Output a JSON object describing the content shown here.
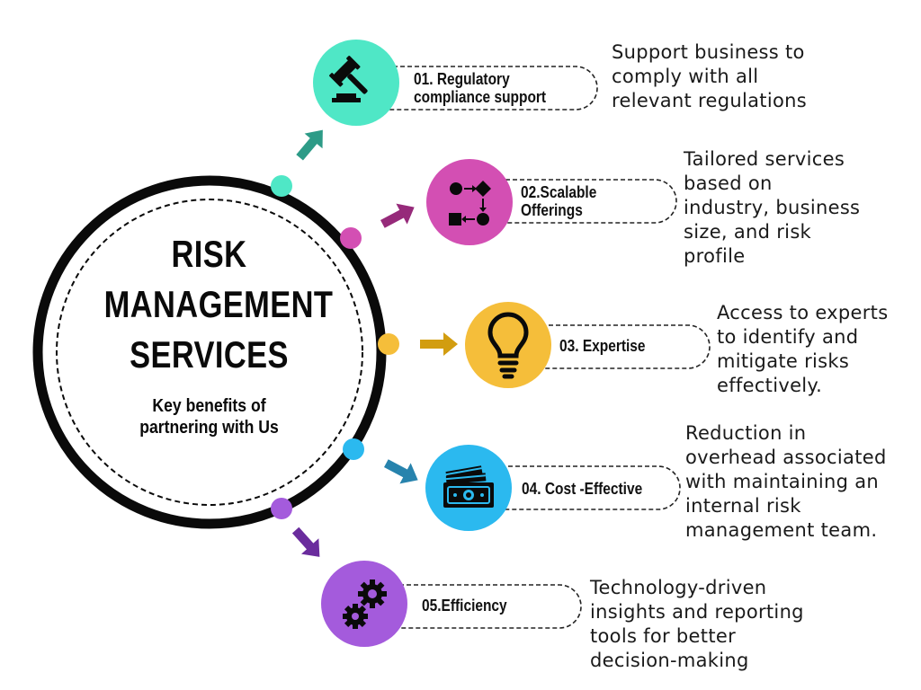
{
  "title_lines": [
    "RISK",
    "MANAGEMENT",
    "SERVICES"
  ],
  "subtitle_lines": [
    "Key benefits of",
    "partnering with Us"
  ],
  "colors": {
    "ring": "#0a0a0a",
    "item1": "#4fe7c6",
    "item2": "#d34fb3",
    "item3": "#f5be3a",
    "item4": "#2bb9ef",
    "item5": "#a45bdc",
    "arrow1": "#2d9b87",
    "arrow2": "#962a7a",
    "arrow3": "#d29d10",
    "arrow4": "#2783ad",
    "arrow5": "#6a2c9d"
  },
  "items": [
    {
      "label_lines": [
        "01. Regulatory",
        "compliance support"
      ],
      "desc_lines": [
        "Support business to",
        "comply with all",
        "relevant regulations"
      ],
      "icon": "gavel-icon"
    },
    {
      "label_lines": [
        "02.Scalable",
        "Offerings"
      ],
      "desc_lines": [
        "Tailored services",
        "based on",
        "industry, business",
        "size, and risk",
        "profile"
      ],
      "icon": "flowchart-icon"
    },
    {
      "label_lines": [
        "03. Expertise"
      ],
      "desc_lines": [
        "Access to experts",
        "to identify and",
        "mitigate risks",
        "effectively."
      ],
      "icon": "lightbulb-icon"
    },
    {
      "label_lines": [
        "04. Cost -Effective"
      ],
      "desc_lines": [
        "Reduction in",
        "overhead associated",
        "with maintaining an",
        "internal risk",
        "management team."
      ],
      "icon": "money-icon"
    },
    {
      "label_lines": [
        "05.Efficiency"
      ],
      "desc_lines": [
        "Technology-driven",
        "insights and reporting",
        "tools for better",
        "decision-making"
      ],
      "icon": "gears-icon"
    }
  ]
}
